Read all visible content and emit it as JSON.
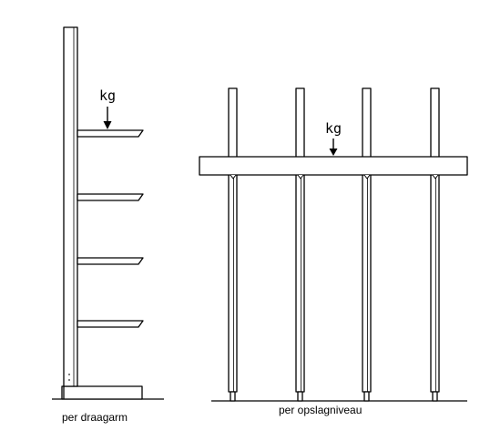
{
  "left_figure": {
    "load_label": "kg",
    "caption": "per draagarm",
    "arm_count": 4
  },
  "right_figure": {
    "load_label": "kg",
    "caption": "per opslagniveau",
    "column_count": 4
  },
  "colors": {
    "line": "#000000",
    "background": "#ffffff"
  }
}
